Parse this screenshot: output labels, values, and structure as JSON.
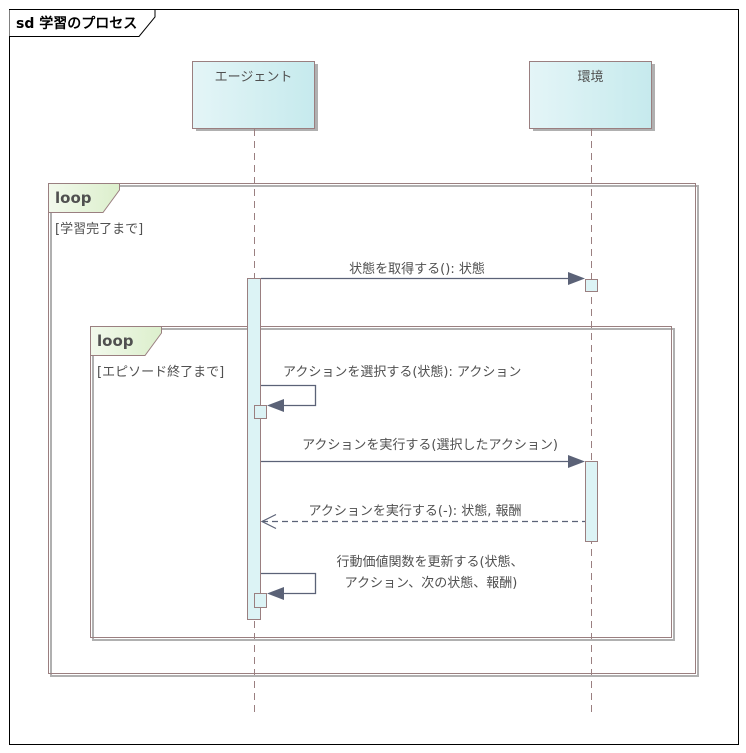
{
  "diagram": {
    "frame_title": "sd 学習のプロセス",
    "lifelines": [
      {
        "id": "agent",
        "name": "エージェント"
      },
      {
        "id": "env",
        "name": "環境"
      }
    ],
    "fragments": [
      {
        "id": "outer",
        "operator": "loop",
        "guard": "[学習完了まで]"
      },
      {
        "id": "inner",
        "operator": "loop",
        "guard": "[エピソード終了まで]"
      }
    ],
    "messages": [
      {
        "id": "m1",
        "from": "agent",
        "to": "env",
        "kind": "sync",
        "label": "状態を取得する(): 状態"
      },
      {
        "id": "m2",
        "from": "agent",
        "to": "agent",
        "kind": "self",
        "label": "アクションを選択する(状態): アクション"
      },
      {
        "id": "m3",
        "from": "agent",
        "to": "env",
        "kind": "sync",
        "label": "アクションを実行する(選択したアクション)"
      },
      {
        "id": "m4",
        "from": "env",
        "to": "agent",
        "kind": "return",
        "label": "アクションを実行する(-): 状態, 報酬"
      },
      {
        "id": "m5",
        "from": "agent",
        "to": "agent",
        "kind": "self",
        "label_lines": [
          "行動価値関数を更新する(状態、",
          "アクション、次の状態、報酬)"
        ]
      }
    ],
    "colors": {
      "lifeline_fill_start": "#e2f4f6",
      "lifeline_fill_end": "#c8ebee",
      "border": "#9a7f80",
      "arrow": "#5b6277",
      "loop_tab_start": "#f0f8e8",
      "loop_tab_end": "#ddefcd",
      "activation_fill": "#dcf3f5"
    }
  }
}
